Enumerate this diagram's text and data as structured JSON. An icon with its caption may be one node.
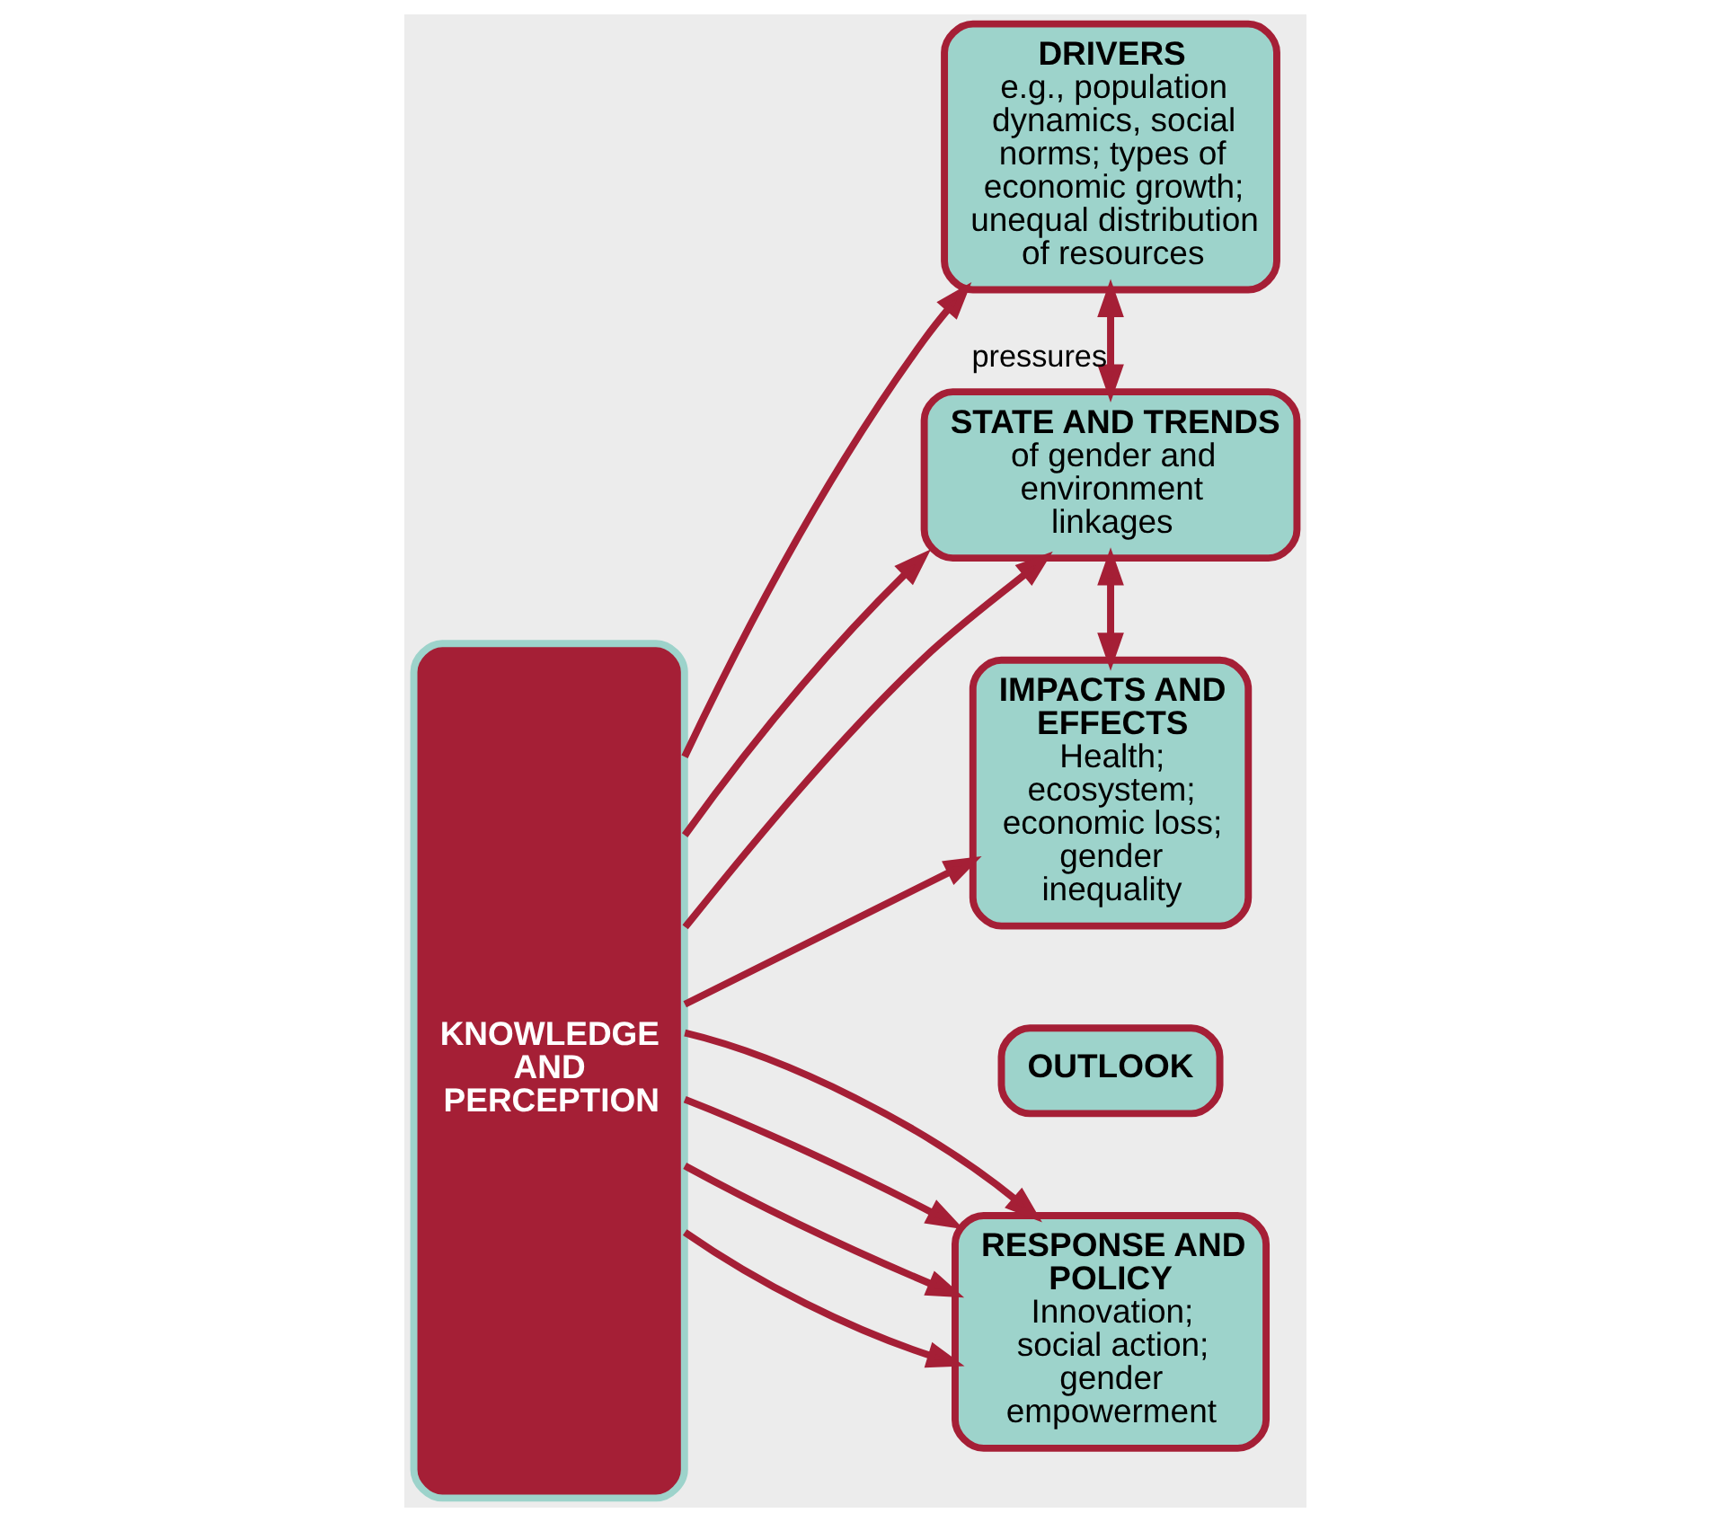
{
  "diagram": {
    "nodes": [
      {
        "text": [
          "DRIVERS",
          "e.g., population dynamics, social norms; types of economic growth; unequal distribution of resources"
        ]
      },
      {
        "text": [
          "STATE AND TRENDS",
          "of gender and environment linkages"
        ]
      },
      {
        "text": [
          "IMPACTS AND EFFECTS",
          "Health; ecosystem; economic loss; gender inequality"
        ]
      },
      {
        "text": [
          "KNOWLEDGE AND PERCEPTION"
        ]
      },
      {
        "text": [
          "OUTLOOK"
        ]
      },
      {
        "text": [
          "RESPONSE AND POLICY",
          "Innovation; social action; gender empowerment"
        ]
      }
    ],
    "edges": [
      {
        "from": 3,
        "to": 0,
        "arrow": "to"
      },
      {
        "from": 0,
        "to": 1,
        "arrow": "both",
        "label": "pressures"
      },
      {
        "from": 3,
        "to": 1,
        "arrow": "to"
      },
      {
        "from": 3,
        "to": 5,
        "arrow": "to"
      },
      {
        "from": 3,
        "to": 5,
        "arrow": "to"
      },
      {
        "from": 3,
        "to": 1,
        "arrow": "to"
      },
      {
        "from": 1,
        "to": 2,
        "arrow": "both"
      },
      {
        "from": 3,
        "to": 5,
        "arrow": "to"
      },
      {
        "from": 3,
        "to": 5,
        "arrow": "to"
      },
      {
        "from": 3,
        "to": 2,
        "arrow": "to"
      }
    ]
  }
}
